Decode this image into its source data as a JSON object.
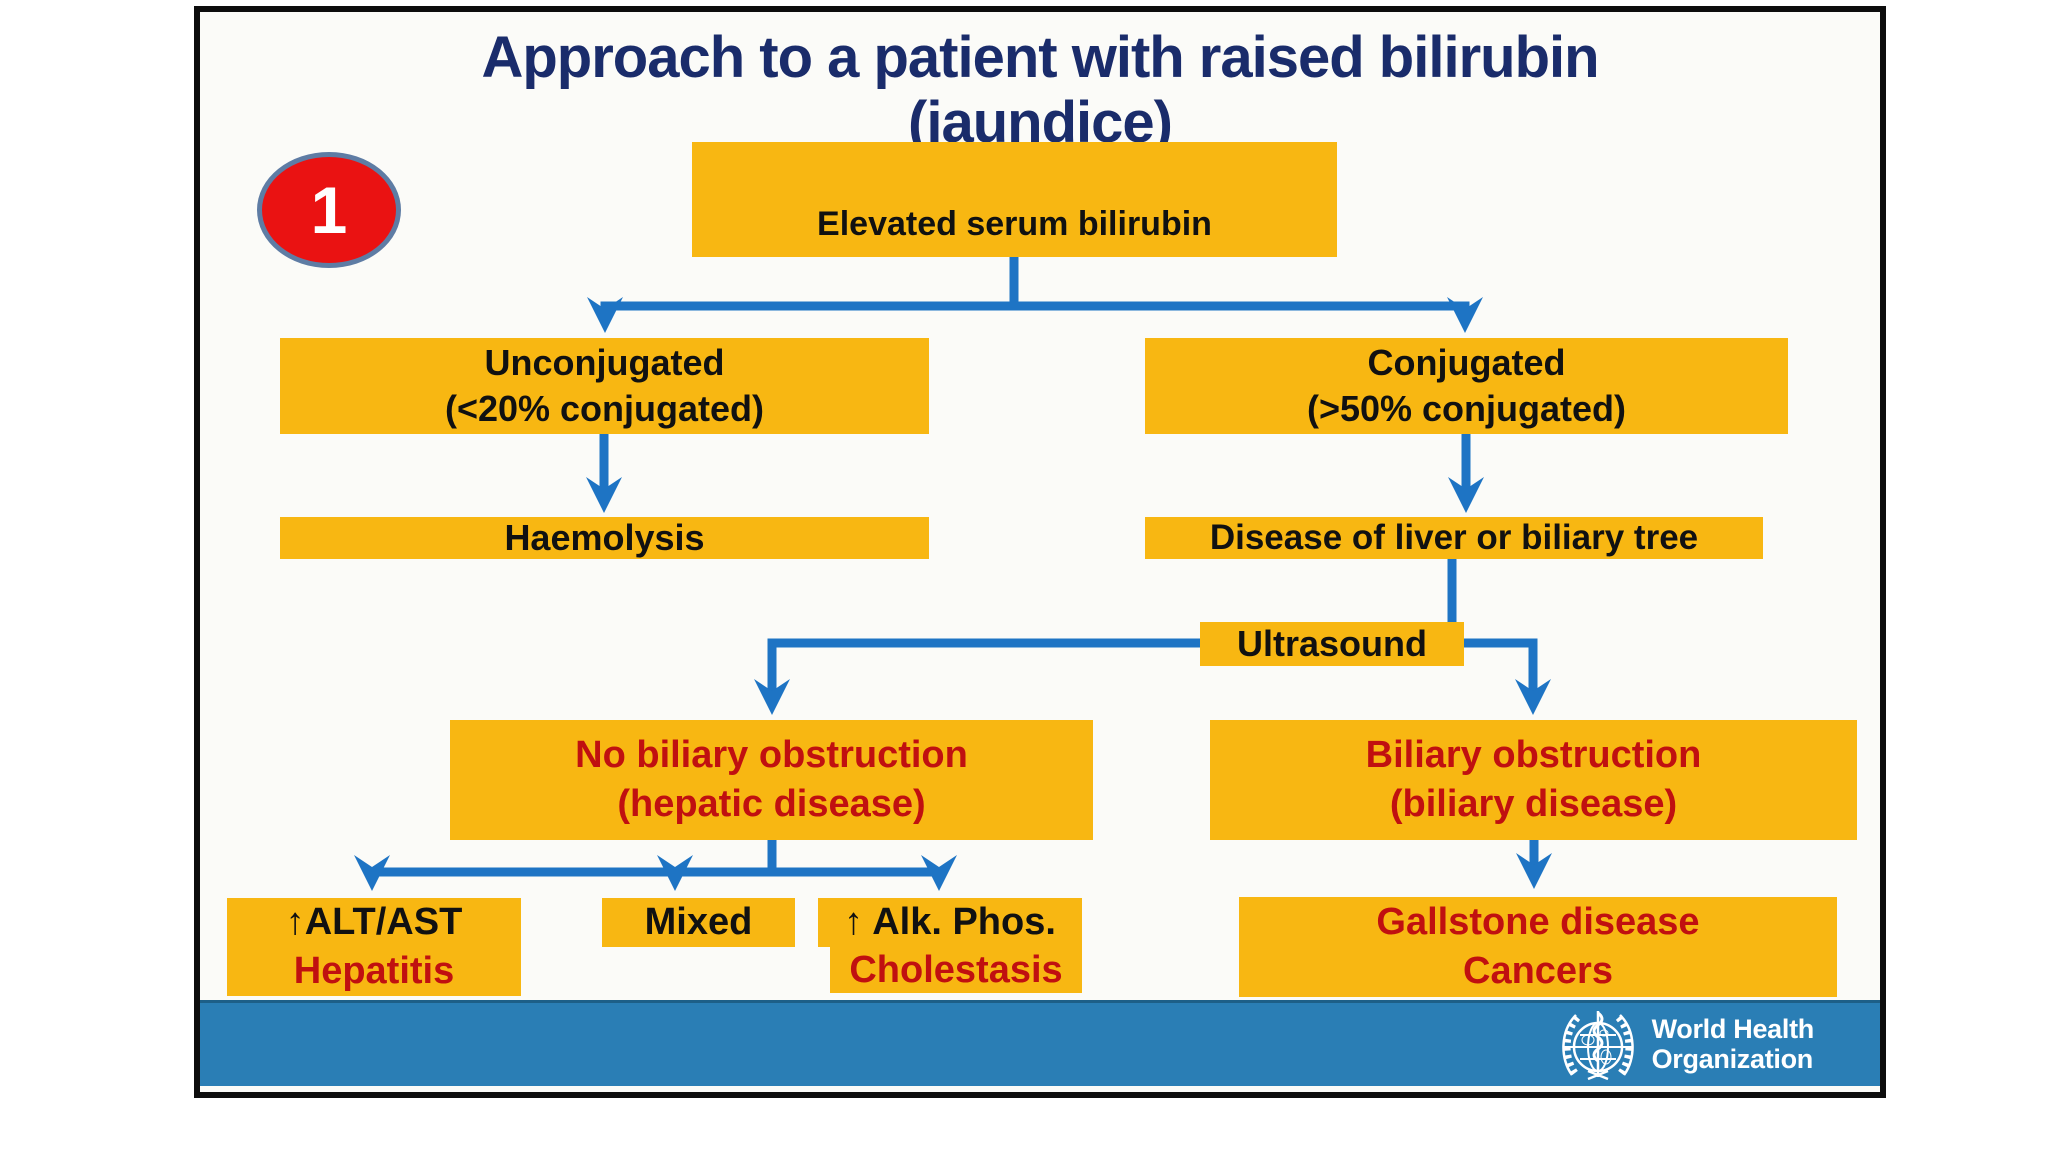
{
  "slide": {
    "title_line1": "Approach to a patient with raised bilirubin",
    "title_line2": "(jaundice)",
    "step_badge": "1"
  },
  "flowchart": {
    "elevated": {
      "text": "Elevated serum bilirubin"
    },
    "unconjugated": {
      "line1": "Unconjugated",
      "line2": "(<20% conjugated)"
    },
    "conjugated": {
      "line1": "Conjugated",
      "line2": "(>50% conjugated)"
    },
    "haemolysis": {
      "text": "Haemolysis"
    },
    "liver_biliary": {
      "text": "Disease of liver or biliary tree"
    },
    "ultrasound": {
      "text": "Ultrasound"
    },
    "no_obstruction": {
      "line1": "No biliary obstruction",
      "line2": "(hepatic disease)"
    },
    "obstruction": {
      "line1": "Biliary obstruction",
      "line2": "(biliary disease)"
    },
    "alt_ast": {
      "line1": "↑ALT/AST",
      "line2": "Hepatitis"
    },
    "mixed": {
      "text": "Mixed"
    },
    "alk_phos": {
      "line1": "↑ Alk. Phos.",
      "line2": "Cholestasis"
    },
    "gallstone": {
      "line1": "Gallstone disease",
      "line2": "Cancers"
    }
  },
  "footer": {
    "org_line1": "World Health",
    "org_line2": "Organization"
  },
  "colors": {
    "box_fill": "#F8B712",
    "connector_blue": "#1E74C4",
    "title_navy": "#1A2C6B",
    "red_text": "#C01010",
    "badge_red": "#EA1212",
    "footer_blue": "#2A7EB5"
  }
}
